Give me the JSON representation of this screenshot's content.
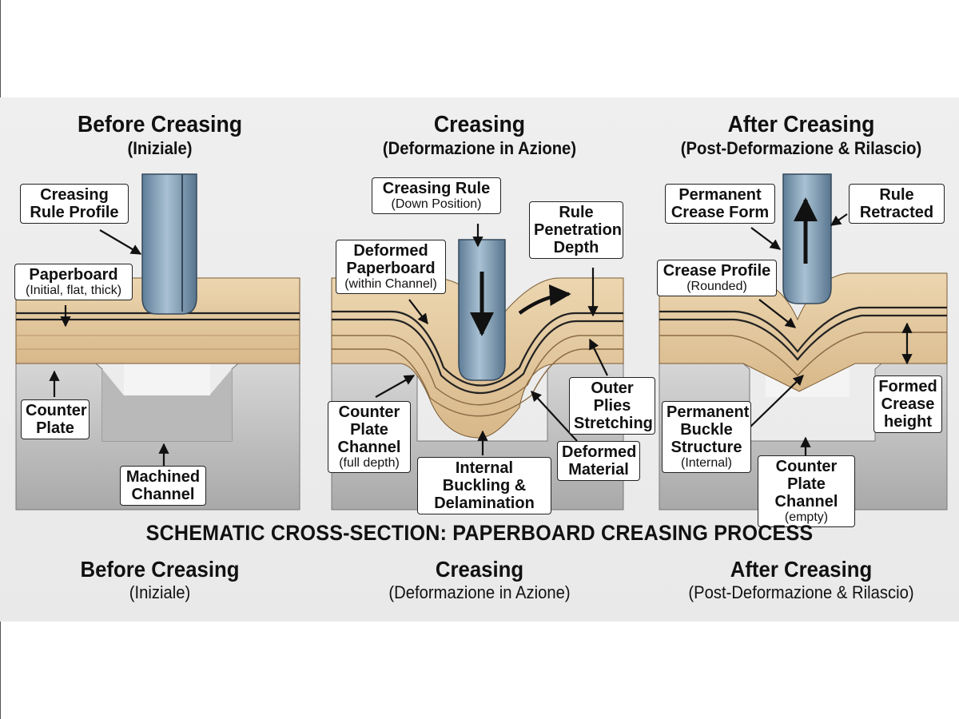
{
  "diagram": {
    "main_title": "SCHEMATIC CROSS-SECTION: PAPERBOARD CREASING PROCESS",
    "panels": [
      {
        "title": "Before Creasing",
        "subtitle": "(Iniziale)",
        "labels": {
          "rule_profile": "Creasing Rule Profile",
          "paperboard": "Paperboard",
          "paperboard_note": "(Initial, flat, thick)",
          "counter_plate": "Counter Plate",
          "channel": "Machined Channel"
        }
      },
      {
        "title": "Creasing",
        "subtitle": "(Deformazione in Azione)",
        "labels": {
          "rule": "Creasing Rule",
          "rule_note": "(Down Position)",
          "deformed_paperboard": "Deformed Paperboard",
          "deformed_note": "(within Channel)",
          "penetration": "Rule Penetration Depth",
          "outer_plies": "Outer Plies Stretching",
          "channel": "Counter Plate Channel",
          "channel_note": "(full depth)",
          "buckling": "Internal Buckling & Delamination",
          "deformed_material": "Deformed Material"
        }
      },
      {
        "title": "After Creasing",
        "subtitle": "(Post-Deformazione & Rilascio)",
        "labels": {
          "permanent_form": "Permanent Crease Form",
          "retracted": "Rule Retracted",
          "crease_profile": "Crease Profile",
          "crease_note": "(Rounded)",
          "formed_height": "Formed Crease height",
          "buckle": "Permanent Buckle Structure",
          "buckle_note": "(Internal)",
          "channel": "Counter Plate Channel",
          "channel_note": "(empty)"
        }
      }
    ],
    "footer": [
      {
        "title": "Before Creasing",
        "subtitle": "(Iniziale)"
      },
      {
        "title": "Creasing",
        "subtitle": "(Deformazione in Azione)"
      },
      {
        "title": "After Creasing",
        "subtitle": "(Post-Deformazione & Rilascio)"
      }
    ],
    "colors": {
      "paperboard": "#e8cfa6",
      "paperboard_dark": "#c9a877",
      "plate": "#c4c4c4",
      "rule": "#7d9bb4"
    }
  }
}
